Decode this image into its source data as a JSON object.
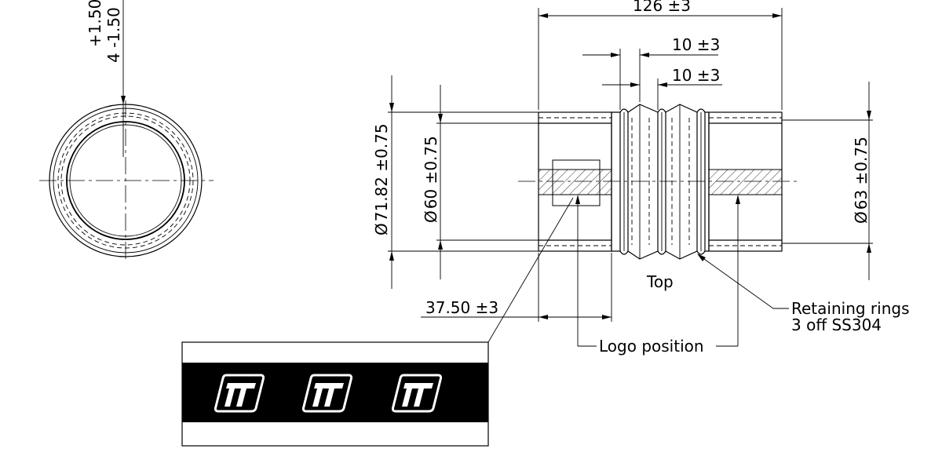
{
  "drawing": {
    "dim_overall_length": "126 ±3",
    "dim_bellow_pitch_1": "10 ±3",
    "dim_bellow_pitch_2": "10 ±3",
    "dim_outer_diameter": "71.82 ±0.75",
    "dim_inner_diameter": "60 ±0.75",
    "dim_right_diameter": "63 ±0.75",
    "dim_cuff_length": "37.50 ±3",
    "dim_wall_top": "+1.50",
    "dim_wall_bottom": "4 -1.50",
    "label_top": "Top",
    "label_retaining_line1": "Retaining rings",
    "label_retaining_line2": "3 off SS304",
    "label_logo_position": "Logo position",
    "diameter_symbol": "Ø",
    "logo_count": 3,
    "logo_band_color": "#000000",
    "logo_icon_name": "tt-logo-icon"
  }
}
